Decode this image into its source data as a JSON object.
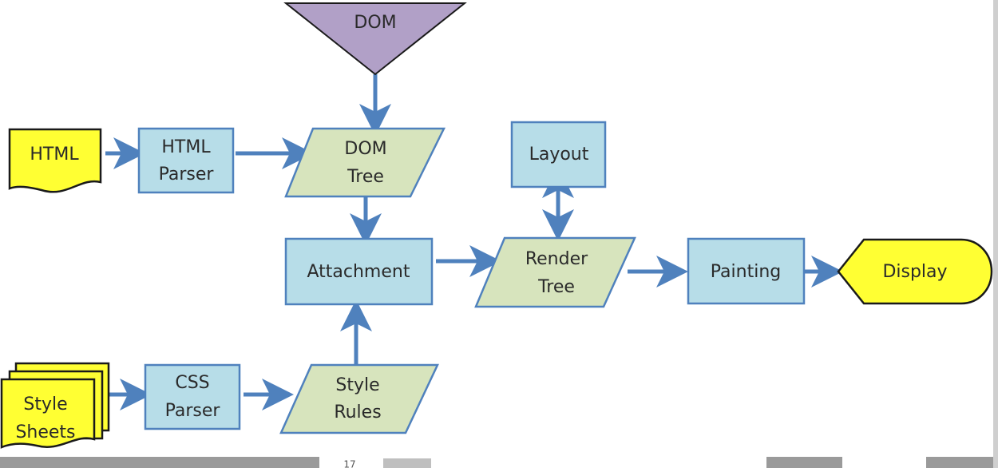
{
  "diagram": {
    "nodes": {
      "dom": "DOM",
      "html": "HTML",
      "html_parser": [
        "HTML",
        "Parser"
      ],
      "dom_tree": [
        "DOM",
        "Tree"
      ],
      "layout": "Layout",
      "attachment": "Attachment",
      "render_tree": [
        "Render",
        "Tree"
      ],
      "painting": "Painting",
      "display": "Display",
      "style_sheets": [
        "Style",
        "Sheets"
      ],
      "css_parser": [
        "CSS",
        "Parser"
      ],
      "style_rules": [
        "Style",
        "Rules"
      ]
    },
    "edges": [
      {
        "from": "html",
        "to": "html_parser"
      },
      {
        "from": "html_parser",
        "to": "dom_tree"
      },
      {
        "from": "dom",
        "to": "dom_tree"
      },
      {
        "from": "dom_tree",
        "to": "attachment"
      },
      {
        "from": "style_sheets",
        "to": "css_parser"
      },
      {
        "from": "css_parser",
        "to": "style_rules"
      },
      {
        "from": "style_rules",
        "to": "attachment"
      },
      {
        "from": "attachment",
        "to": "render_tree"
      },
      {
        "from": "render_tree",
        "to": "layout",
        "bidirectional": true
      },
      {
        "from": "render_tree",
        "to": "painting"
      },
      {
        "from": "painting",
        "to": "display"
      }
    ],
    "colors": {
      "process_fill": "#b7dde8",
      "data_fill": "#d7e4bd",
      "document_fill": "#ffff33",
      "dom_fill": "#b1a0c7",
      "connector": "#4f81bd"
    }
  },
  "footer": {
    "page_number": "17"
  }
}
